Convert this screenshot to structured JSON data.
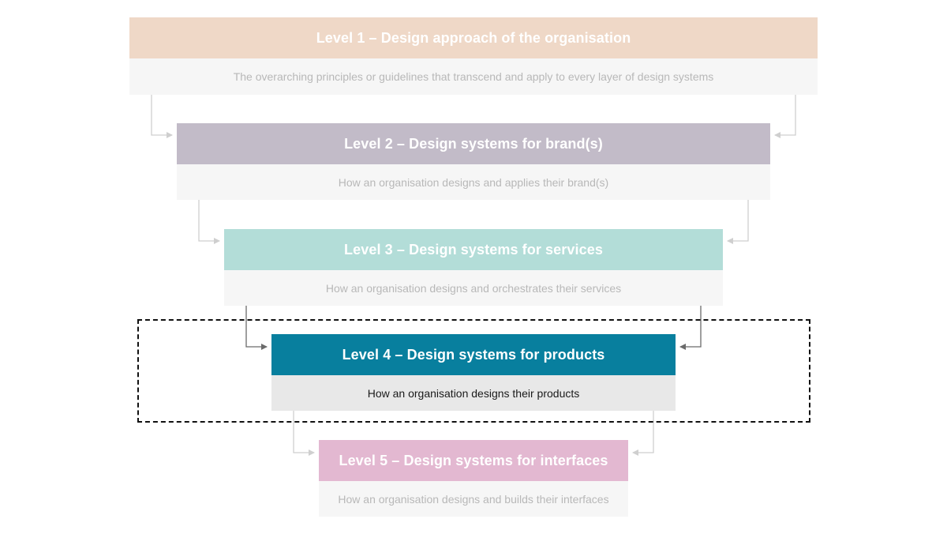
{
  "levels": [
    {
      "title": "Level 1 – Design approach of the organisation",
      "description": "The overarching principles or guidelines that transcend and apply to every layer of design systems"
    },
    {
      "title": "Level 2 – Design systems for brand(s)",
      "description": "How an organisation designs and applies their brand(s)"
    },
    {
      "title": "Level 3 – Design systems for services",
      "description": "How an organisation designs and orchestrates their services"
    },
    {
      "title": "Level 4 – Design systems for products",
      "description": "How an organisation designs their products"
    },
    {
      "title": "Level 5 – Design systems for interfaces",
      "description": "How an organisation designs and builds their interfaces"
    }
  ],
  "highlighted_level": 4,
  "colors": {
    "level1": "#efd8c7",
    "level2": "#c2bbc8",
    "level3": "#b3ddd8",
    "level4": "#087f9e",
    "level5": "#e3b8d1",
    "faded_arrow": "#cfcfcf",
    "active_arrow": "#6b6b6b"
  }
}
